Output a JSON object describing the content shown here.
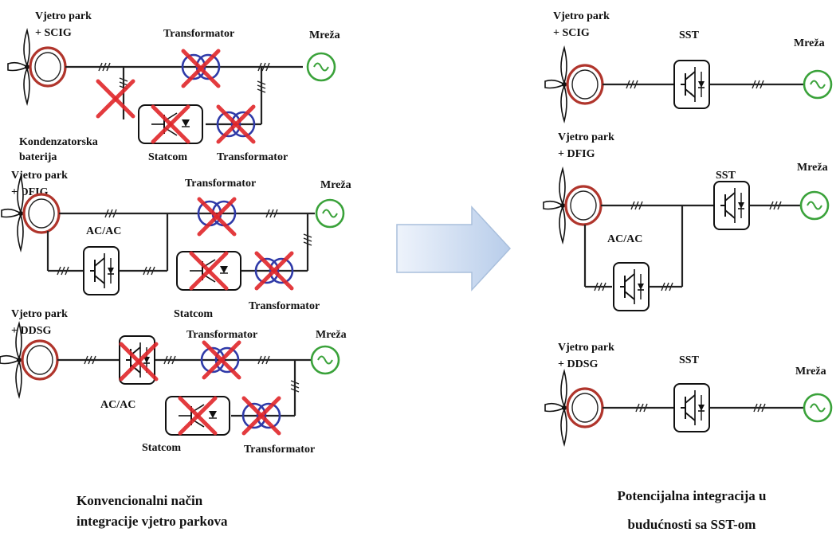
{
  "left": {
    "caption": [
      "Konvencionalni način",
      "integracije vjetro parkova"
    ],
    "scig": {
      "title": [
        "Vjetro park",
        "+ SCIG"
      ],
      "transformer_top": "Transformator",
      "grid": "Mreža",
      "capacitor": [
        "Kondenzatorska",
        "baterija"
      ],
      "statcom": "Statcom",
      "transformer_bottom": "Transformator"
    },
    "dfig": {
      "title": [
        "Vjetro park",
        "+ DFIG"
      ],
      "transformer_top": "Transformator",
      "grid": "Mreža",
      "converter": "AC/AC",
      "statcom": "Statcom",
      "transformer_bottom": "Transformator"
    },
    "ddsg": {
      "title": [
        "Vjetro park",
        "+ DDSG"
      ],
      "transformer_top": "Transformator",
      "grid": "Mreža",
      "converter": "AC/AC",
      "statcom": "Statcom",
      "transformer_bottom": "Transformator"
    }
  },
  "right": {
    "caption": [
      "Potencijalna integracija u",
      "budućnosti sa SST-om"
    ],
    "scig": {
      "title": [
        "Vjetro park",
        "+ SCIG"
      ],
      "sst": "SST",
      "grid": "Mreža"
    },
    "dfig": {
      "title": [
        "Vjetro park",
        "+ DFIG"
      ],
      "sst": "SST",
      "grid": "Mreža",
      "converter": "AC/AC"
    },
    "ddsg": {
      "title": [
        "Vjetro park",
        "+ DDSG"
      ],
      "sst": "SST",
      "grid": "Mreža"
    }
  },
  "colors": {
    "generator_ring": "#b0352c",
    "transformer_ring": "#2f3aa8",
    "grid_circle": "#3aa23a",
    "cross": "#e0262a",
    "arrow_fill": "#c5d7ef"
  }
}
